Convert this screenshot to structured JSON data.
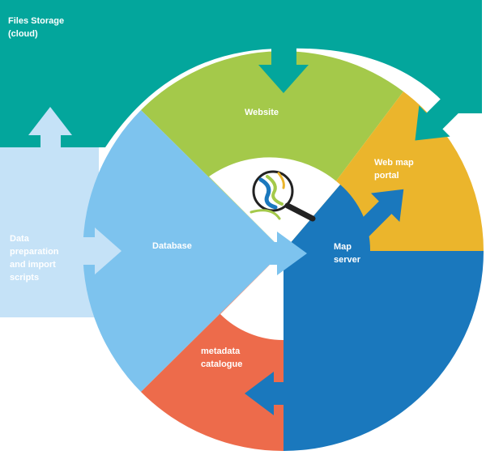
{
  "labels": {
    "files_storage": "Files Storage\n(cloud)",
    "data_preparation": "Data\npreparation\nand import\nscripts",
    "website": "Website",
    "database": "Database",
    "web_map_portal": "Web map\nportal",
    "map_server": "Map\nserver",
    "metadata_catalogue": "metadata\ncatalogue"
  },
  "colors": {
    "files_storage": "#03a69c",
    "data_preparation": "#c5e2f7",
    "website": "#a4c94a",
    "database": "#7dc3ee",
    "web_map_portal": "#ebb52c",
    "map_server": "#1a78bd",
    "metadata_catalogue": "#ed6b4b",
    "center": "#ffffff"
  },
  "icons": {
    "center": "magnifying-glass-map-icon"
  }
}
